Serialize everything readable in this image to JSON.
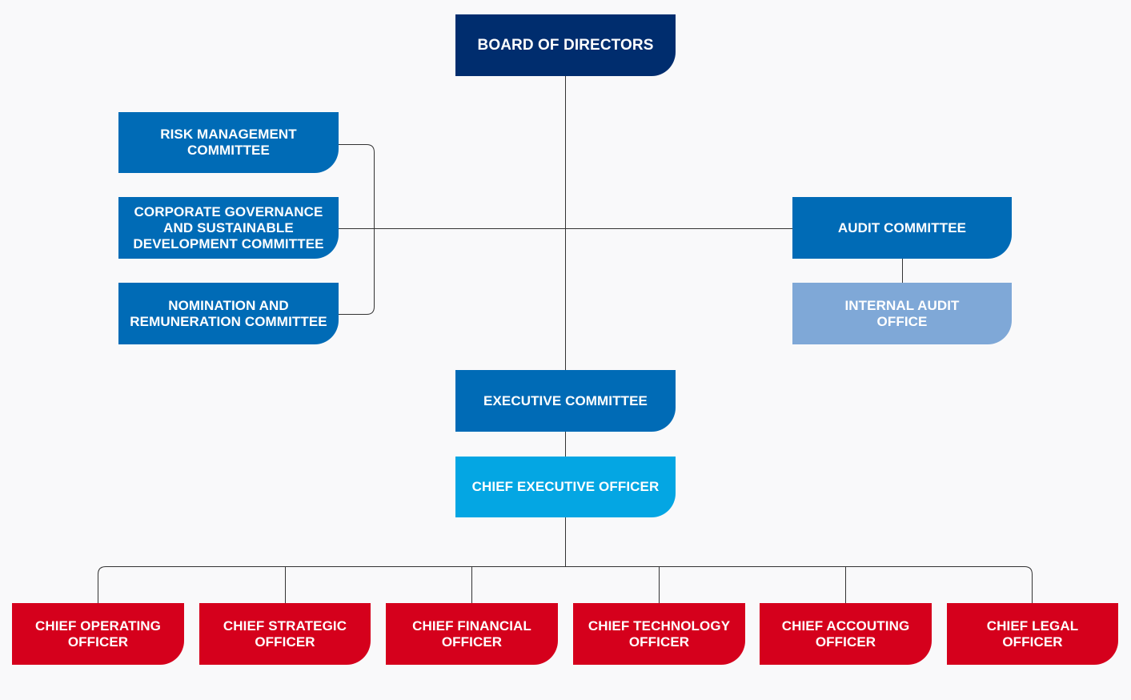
{
  "board": {
    "label": "BOARD OF DIRECTORS",
    "color": "#002d6e"
  },
  "committees_left": [
    {
      "label": "RISK MANAGEMENT\nCOMMITTEE"
    },
    {
      "label": "CORPORATE GOVERNANCE\nAND SUSTAINABLE\nDEVELOPMENT COMMITTEE"
    },
    {
      "label": "NOMINATION AND\nREMUNERATION COMMITTEE"
    }
  ],
  "audit": {
    "label": "AUDIT COMMITTEE"
  },
  "internal_audit": {
    "label": "INTERNAL AUDIT\nOFFICE"
  },
  "executive_committee": {
    "label": "EXECUTIVE COMMITTEE"
  },
  "ceo": {
    "label": "CHIEF EXECUTIVE OFFICER"
  },
  "officers": [
    {
      "label": "CHIEF OPERATING\nOFFICER"
    },
    {
      "label": "CHIEF STRATEGIC\nOFFICER"
    },
    {
      "label": "CHIEF FINANCIAL\nOFFICER"
    },
    {
      "label": "CHIEF TECHNOLOGY\nOFFICER"
    },
    {
      "label": "CHIEF ACCOUTING\nOFFICER"
    },
    {
      "label": "CHIEF LEGAL\nOFFICER"
    }
  ],
  "colors": {
    "board": "#002d6e",
    "committee": "#006bb6",
    "internal_audit": "#7fa8d7",
    "ceo": "#04a6e3",
    "officer": "#d5001c",
    "line": "#333333"
  }
}
